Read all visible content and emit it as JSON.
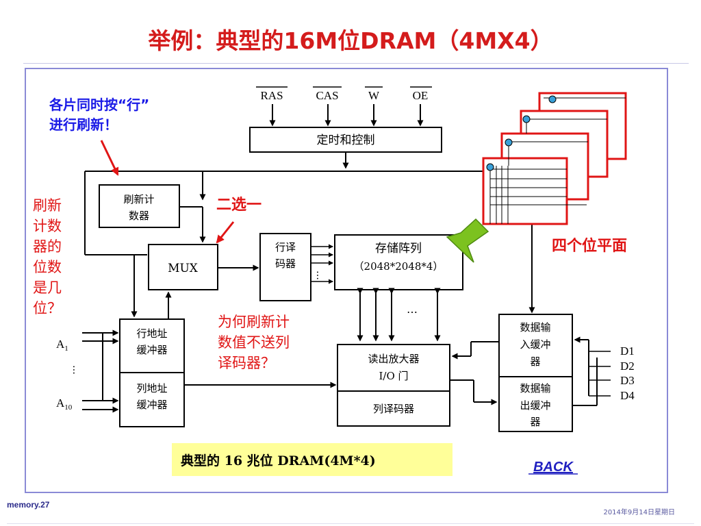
{
  "slide": {
    "title": "举例：典型的16M位DRAM（4MX4）",
    "footer_left": "memory.27",
    "footer_right": "2014年9月14日星期日"
  },
  "diagram": {
    "signals": {
      "ras": "RAS",
      "cas": "CAS",
      "w": "W",
      "oe": "OE",
      "a1_main": "A",
      "a1_sub": "1",
      "a10_main": "A",
      "a10_sub": "10",
      "dots": "…",
      "d1": "D1",
      "d2": "D2",
      "d3": "D3",
      "d4": "D4"
    },
    "blocks": {
      "timing_control": "定时和控制",
      "refresh_counter_line1": "刷新计",
      "refresh_counter_line2": "数器",
      "mux": "MUX",
      "row_decoder_line1": "行译",
      "row_decoder_line2": "码器",
      "memory_array_line1": "存储阵列",
      "memory_array_line2": "（2048*2048*4）",
      "row_addr_buffer_line1": "行地址",
      "row_addr_buffer_line2": "缓冲器",
      "col_addr_buffer_line1": "列地址",
      "col_addr_buffer_line2": "缓冲器",
      "sense_amp_line1": "读出放大器",
      "sense_amp_line2": "I/O 门",
      "col_decoder": "列译码器",
      "data_in_buffer_line1": "数据输",
      "data_in_buffer_line2": "入缓冲",
      "data_in_buffer_line3": "器",
      "data_out_buffer_line1": "数据输",
      "data_out_buffer_line2": "出缓冲",
      "data_out_buffer_line3": "器"
    },
    "annotations": {
      "refresh_by_row_line1": "各片同时按“行”",
      "refresh_by_row_line2": "进行刷新！",
      "counter_bits_line1": "刷新",
      "counter_bits_line2": "计数",
      "counter_bits_line3": "器的",
      "counter_bits_line4": "位数",
      "counter_bits_line5": "是几",
      "counter_bits_line6": "位？",
      "two_to_one": "二选一",
      "why_not_decoder_line1": "为何刷新计",
      "why_not_decoder_line2": "数值不送列",
      "why_not_decoder_line3": "译码器？",
      "four_bit_planes": "四个位平面"
    },
    "caption": "典型的 16 兆位 DRAM(4M*4)",
    "back_link": "BACK"
  },
  "colors": {
    "title_red": "#d41c1c",
    "annotation_blue": "#1a1ae6",
    "annotation_red": "#e01515",
    "frame_border": "#8a8ad6",
    "caption_bg": "#ffff99",
    "green_arrow": "#7cc21f",
    "plane_red": "#e01515",
    "plane_dot": "#3aa0d8"
  }
}
